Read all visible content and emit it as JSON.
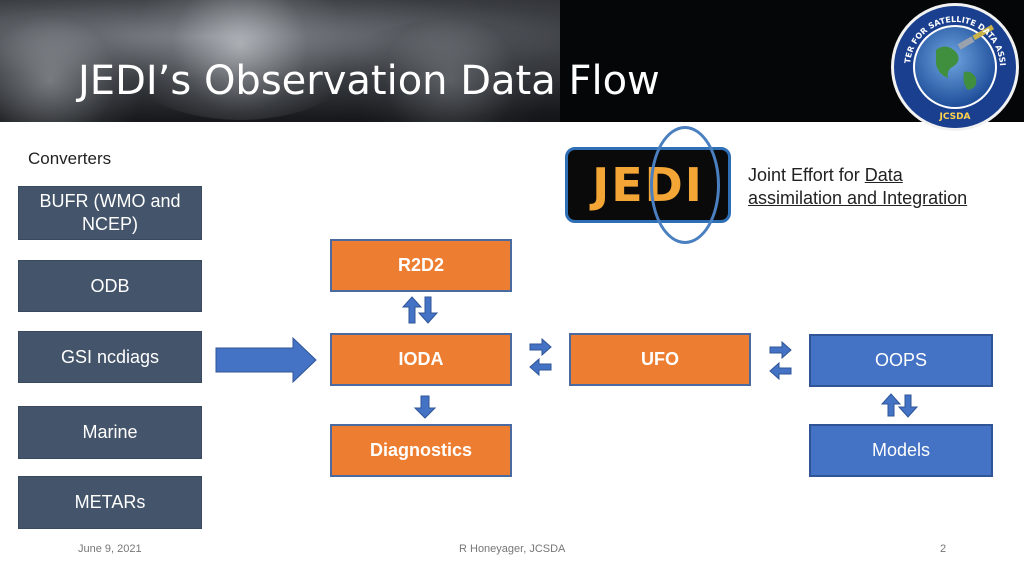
{
  "slide": {
    "title": "JEDI’s Observation Data Flow",
    "converters_label": "Converters"
  },
  "converters": [
    {
      "label": "BUFR (WMO and NCEP)"
    },
    {
      "label": "ODB"
    },
    {
      "label": "GSI ncdiags"
    },
    {
      "label": "Marine"
    },
    {
      "label": "METARs"
    }
  ],
  "components": {
    "r2d2": "R2D2",
    "ioda": "IODA",
    "ufo": "UFO",
    "diagnostics": "Diagnostics",
    "oops": "OOPS",
    "models": "Models"
  },
  "jedi": {
    "badge": "JEDI",
    "desc_prefix": "Joint Effort for ",
    "desc_link1": "Data",
    "desc_link2": "assimilation and Integration"
  },
  "logo": {
    "text_top": "JOINT CENTER FOR SATELLITE DATA ASSIMILATION",
    "text_bottom": "JCSDA"
  },
  "footer": {
    "date": "June 9, 2021",
    "author": "R Honeyager, JCSDA",
    "page": "2"
  },
  "colors": {
    "converter": "#44546a",
    "jedi_component": "#ed7d31",
    "model_component": "#4472c4",
    "arrow": "#4472c4"
  }
}
